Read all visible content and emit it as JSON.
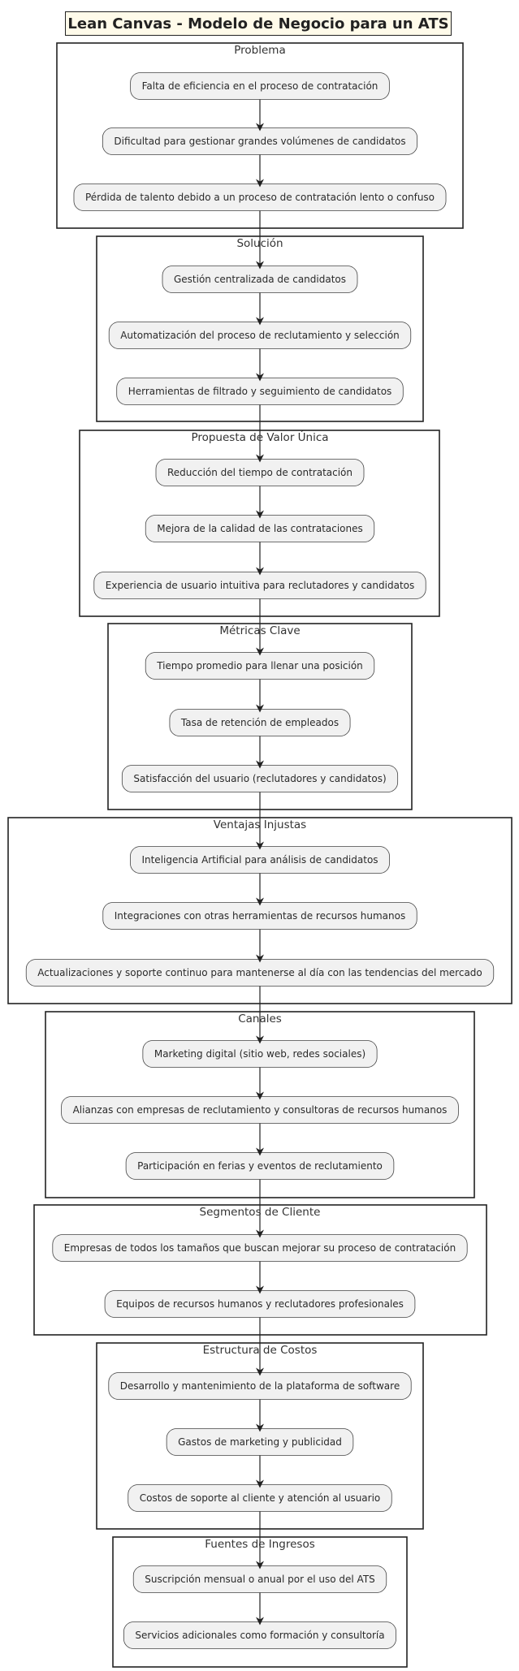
{
  "title": "Lean Canvas - Modelo de Negocio para un ATS",
  "sections": [
    {
      "label": "Problema",
      "items": [
        "Falta de eficiencia en el proceso de contratación",
        "Dificultad para gestionar grandes volúmenes de candidatos",
        "Pérdida de talento debido a un proceso de contratación lento o confuso"
      ]
    },
    {
      "label": "Solución",
      "items": [
        "Gestión centralizada de candidatos",
        "Automatización del proceso de reclutamiento y selección",
        "Herramientas de filtrado y seguimiento de candidatos"
      ]
    },
    {
      "label": "Propuesta de Valor Única",
      "items": [
        "Reducción del tiempo de contratación",
        "Mejora de la calidad de las contrataciones",
        "Experiencia de usuario intuitiva para reclutadores y candidatos"
      ]
    },
    {
      "label": "Métricas Clave",
      "items": [
        "Tiempo promedio para llenar una posición",
        "Tasa de retención de empleados",
        "Satisfacción del usuario (reclutadores y candidatos)"
      ]
    },
    {
      "label": "Ventajas Injustas",
      "items": [
        "Inteligencia Artificial para análisis de candidatos",
        "Integraciones con otras herramientas de recursos humanos",
        "Actualizaciones y soporte continuo para mantenerse al día con las tendencias del mercado"
      ]
    },
    {
      "label": "Canales",
      "items": [
        "Marketing digital (sitio web, redes sociales)",
        "Alianzas con empresas de reclutamiento y consultoras de recursos humanos",
        "Participación en ferias y eventos de reclutamiento"
      ]
    },
    {
      "label": "Segmentos de Cliente",
      "items": [
        "Empresas de todos los tamaños que buscan mejorar su proceso de contratación",
        "Equipos de recursos humanos y reclutadores profesionales"
      ]
    },
    {
      "label": "Estructura de Costos",
      "items": [
        "Desarrollo y mantenimiento de la plataforma de software",
        "Gastos de marketing y publicidad",
        "Costos de soporte al cliente y atención al usuario"
      ]
    },
    {
      "label": "Fuentes de Ingresos",
      "items": [
        "Suscripción mensual o anual por el uso del ATS",
        "Servicios adicionales como formación y consultoría"
      ]
    }
  ],
  "colors": {
    "title_background": "#fffbea",
    "node_fill": "#f1f1f1",
    "stroke": "#222222"
  }
}
